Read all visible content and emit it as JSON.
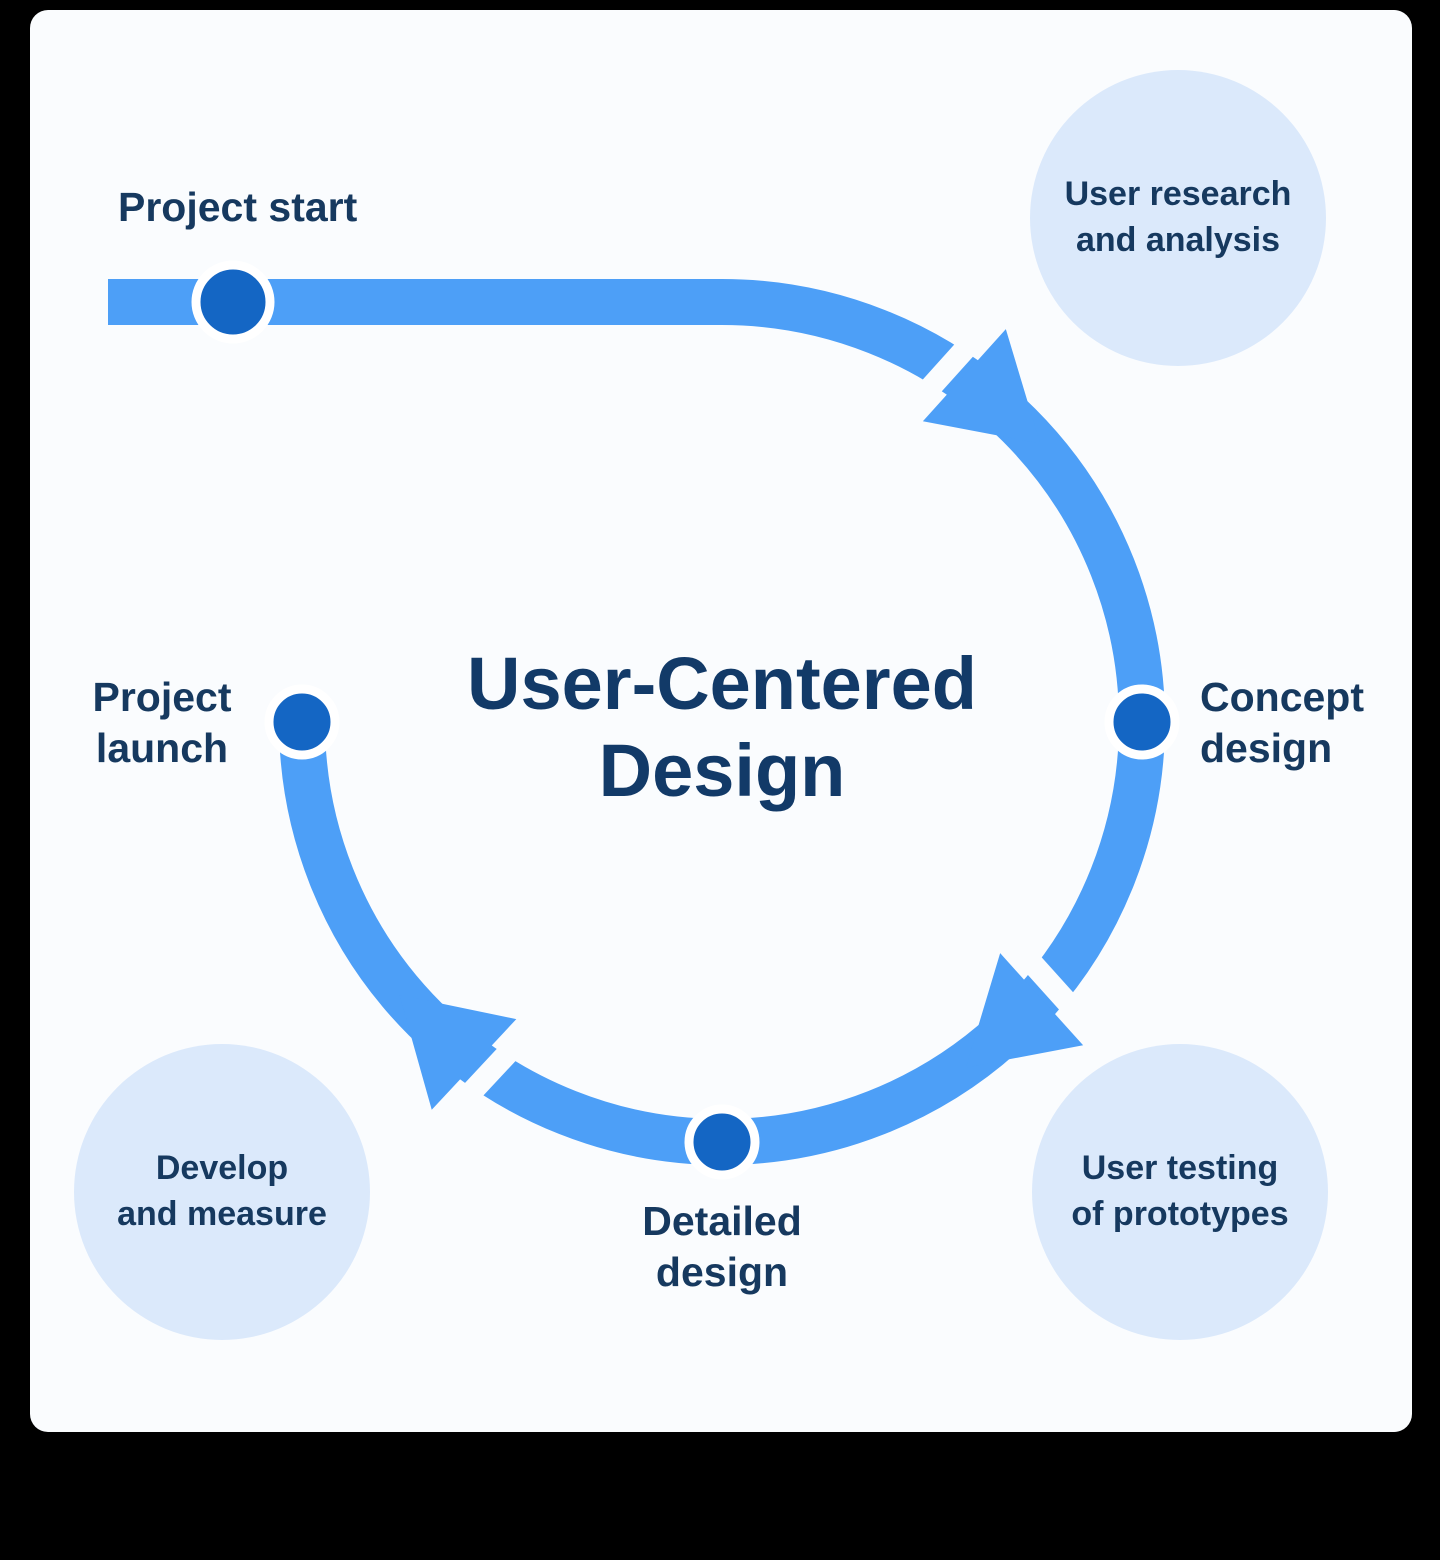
{
  "title": "User-Centered\nDesign",
  "nodes": {
    "project_start": "Project start",
    "concept_design": "Concept\ndesign",
    "detailed_design": "Detailed\ndesign",
    "project_launch": "Project\nlaunch"
  },
  "phases": {
    "user_research": "User research\nand analysis",
    "user_testing": "User testing\nof prototypes",
    "develop_measure": "Develop\nand measure"
  },
  "colors": {
    "arrow": "#4d9ff7",
    "node_dot": "#1466c4",
    "node_ring": "#ffffff",
    "bubble": "#dbe9fb",
    "label_navy": "#16395f",
    "title_navy": "#123a68",
    "card_bg": "#fafcfe",
    "page_bg": "#000000"
  }
}
